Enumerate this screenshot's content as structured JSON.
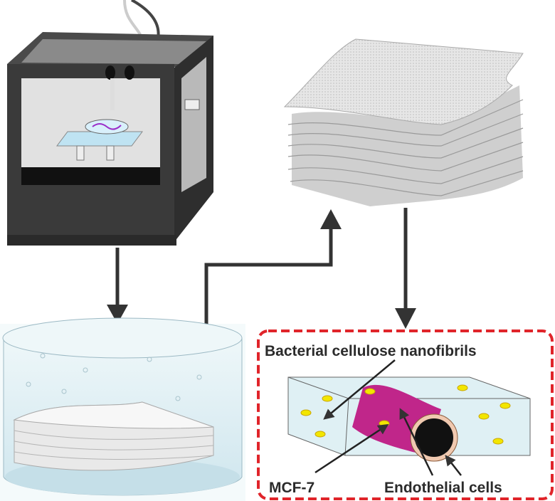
{
  "labels": {
    "nanofibrils": "Bacterial cellulose nanofibrils",
    "mcf7": "MCF-7",
    "endothelial": "Endothelial cells"
  },
  "colors": {
    "arrow": "#333333",
    "dashed_box": "#e0242a",
    "printer_frame": "#3a3a3a",
    "sheet": "#ededed",
    "tumor": "#c0268a",
    "mcf7_cell": "#f2e600",
    "medium": "#dff0f4"
  }
}
